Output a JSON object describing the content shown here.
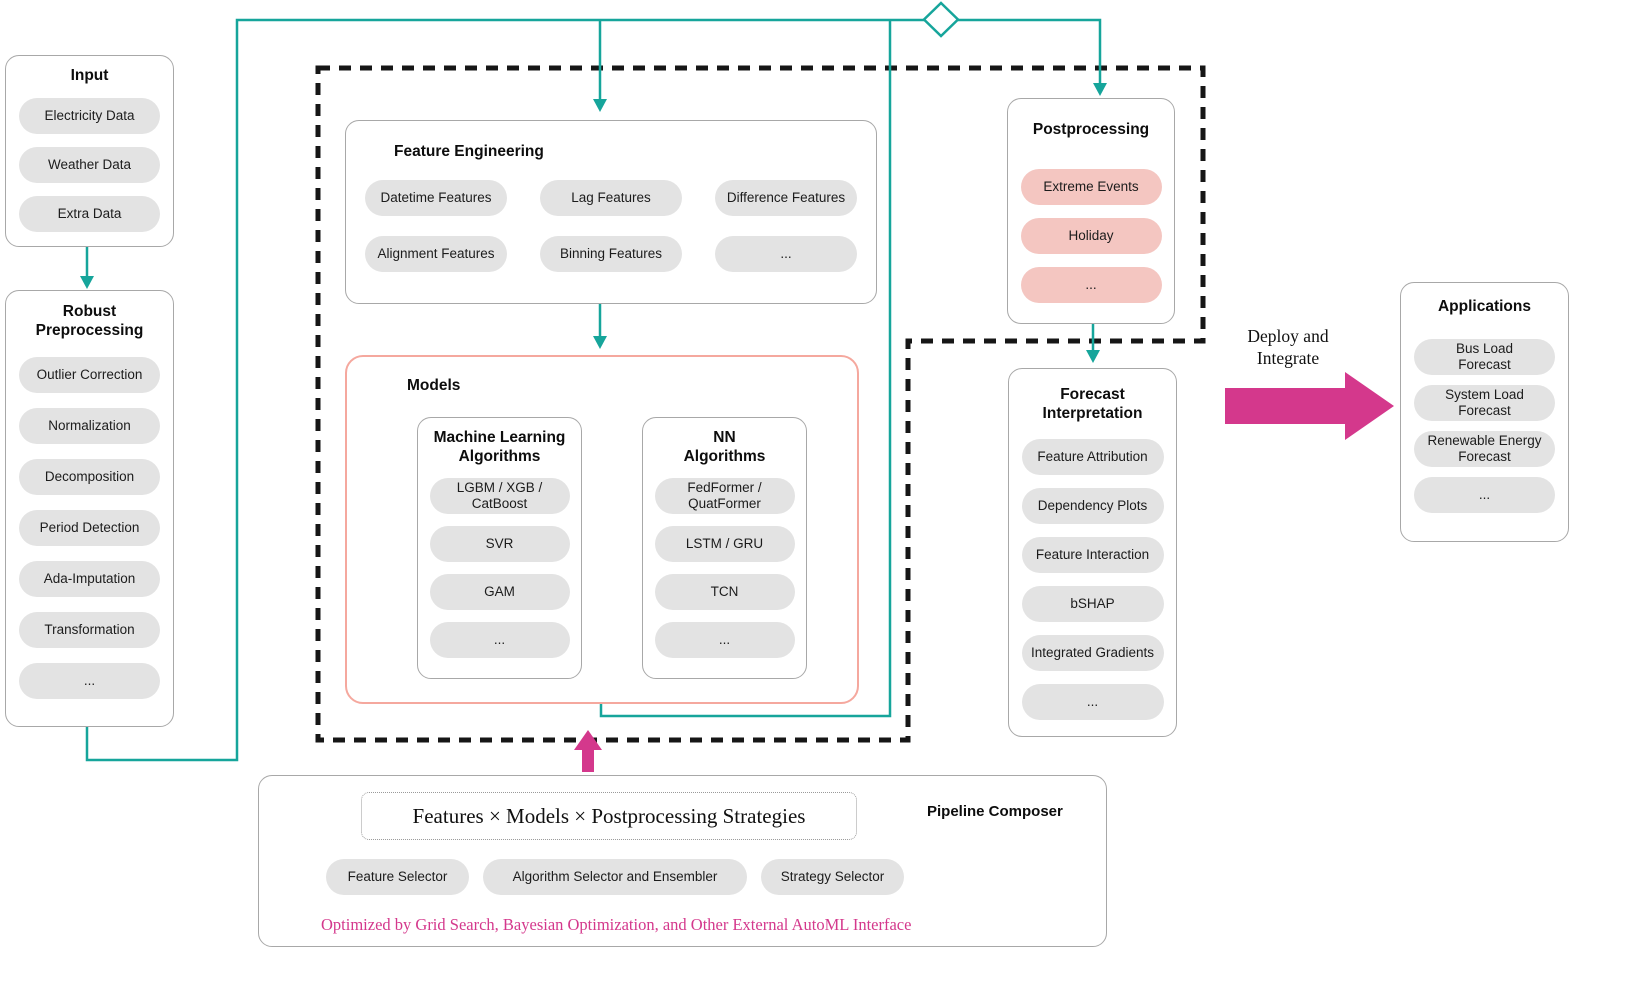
{
  "colors": {
    "teal": "#16A59B",
    "magenta": "#D4388C",
    "salmon_pill": "#F4C6C1",
    "gray_pill": "#E3E3E3",
    "models_border": "#F5A89E",
    "dashed_border": "#161616"
  },
  "input": {
    "title": "Input",
    "items": [
      "Electricity Data",
      "Weather Data",
      "Extra Data"
    ]
  },
  "preprocessing": {
    "title": "Robust\nPreprocessing",
    "items": [
      "Outlier Correction",
      "Normalization",
      "Decomposition",
      "Period Detection",
      "Ada-Imputation",
      "Transformation",
      "..."
    ]
  },
  "feature_engineering": {
    "title": "Feature Engineering",
    "items": [
      "Datetime Features",
      "Lag Features",
      "Difference Features",
      "Alignment Features",
      "Binning Features",
      "..."
    ]
  },
  "models": {
    "title": "Models",
    "ml": {
      "title": "Machine Learning\nAlgorithms",
      "items": [
        "LGBM / XGB /\nCatBoost",
        "SVR",
        "GAM",
        "..."
      ]
    },
    "nn": {
      "title": "NN\nAlgorithms",
      "items": [
        "FedFormer /\nQuatFormer",
        "LSTM / GRU",
        "TCN",
        "..."
      ]
    }
  },
  "postprocessing": {
    "title": "Postprocessing",
    "items": [
      "Extreme Events",
      "Holiday",
      "..."
    ]
  },
  "forecast_interpretation": {
    "title": "Forecast\nInterpretation",
    "items": [
      "Feature Attribution",
      "Dependency Plots",
      "Feature Interaction",
      "bSHAP",
      "Integrated Gradients",
      "..."
    ]
  },
  "applications": {
    "title": "Applications",
    "items": [
      "Bus Load\nForecast",
      "System Load\nForecast",
      "Renewable Energy\nForecast",
      "..."
    ]
  },
  "pipeline_composer": {
    "title": "Pipeline Composer",
    "formula": "Features × Models × Postprocessing Strategies",
    "selectors": [
      "Feature Selector",
      "Algorithm Selector and Ensembler",
      "Strategy Selector"
    ],
    "note": "Optimized by Grid Search, Bayesian Optimization, and Other External AutoML Interface"
  },
  "deploy": {
    "label": "Deploy and\nIntegrate"
  }
}
